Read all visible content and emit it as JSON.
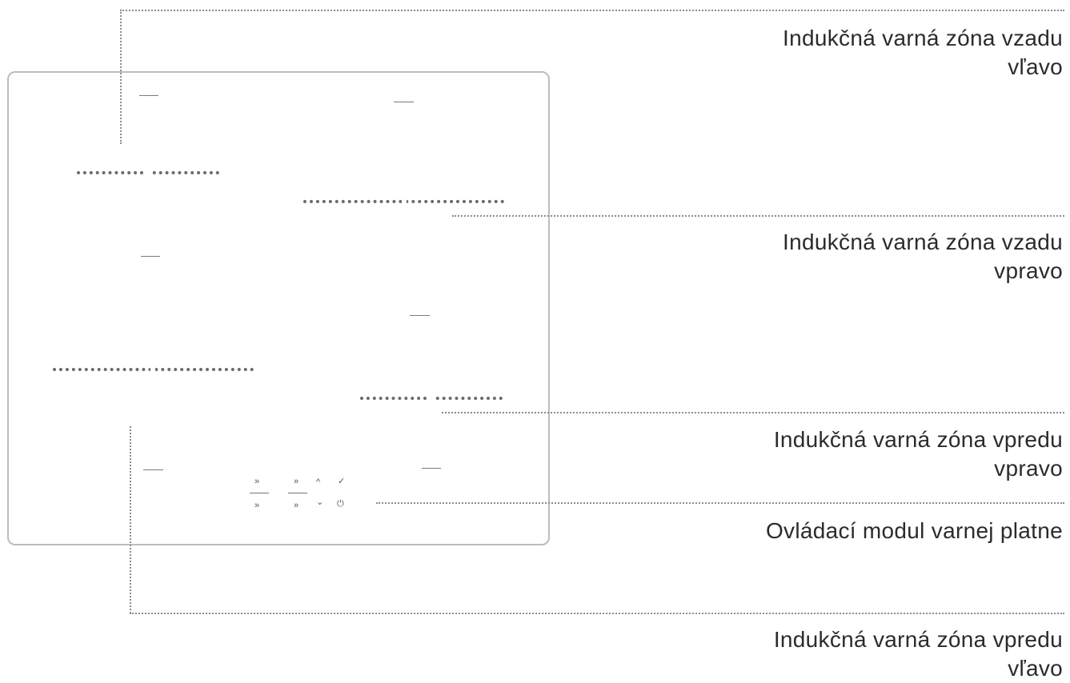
{
  "labels": {
    "rear_left": [
      "Indukčná varná zóna vzadu",
      "vľavo"
    ],
    "rear_right": [
      "Indukčná varná zóna vzadu",
      "vpravo"
    ],
    "front_right": [
      "Indukčná varná zóna vpredu",
      "vpravo"
    ],
    "control_module": [
      "Ovládací modul varnej platne"
    ],
    "front_left": [
      "Indukčná varná zóna vpredu",
      "vľavo"
    ]
  },
  "control_symbols": {
    "left_top": "»",
    "left_bottom": "»",
    "mid_top": "»",
    "mid_bottom": "»",
    "up": "^",
    "down": "⌄",
    "lock": "✓",
    "power": "⏻"
  },
  "colors": {
    "leader_line": "#8c8c8c",
    "hob_outline": "#bdbdbd",
    "text": "#2b2b2b"
  }
}
